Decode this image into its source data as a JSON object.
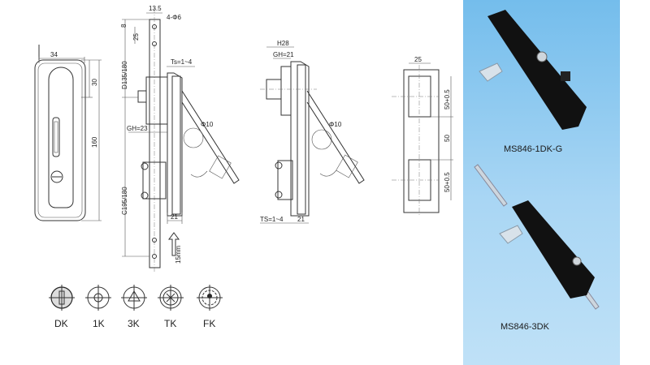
{
  "front_view": {
    "width_dim": "34",
    "top_dim": "30",
    "height_dim": "160"
  },
  "side_view_1": {
    "rod_width": "13.5",
    "holes": "4-Φ6",
    "top_offset": "8",
    "hole_pitch": "25",
    "upper_length": "D135/180",
    "ts": "Ts=1~4",
    "gh": "GH=23",
    "lower_length": "C195/180",
    "handle_dia": "Φ10",
    "depth": "21",
    "stroke": "15mm"
  },
  "side_view_2": {
    "h": "H28",
    "gh": "GH=21",
    "handle_dia": "Φ10",
    "ts": "TS=1~4",
    "depth": "21"
  },
  "cutout_view": {
    "width": "25",
    "upper": "50+0.5",
    "middle": "50",
    "lower": "50+0.5"
  },
  "key_types": [
    {
      "label": "DK",
      "icon": "slot-key-icon"
    },
    {
      "label": "1K",
      "icon": "single-key-icon"
    },
    {
      "label": "3K",
      "icon": "triangle-key-icon"
    },
    {
      "label": "TK",
      "icon": "cross-key-icon"
    },
    {
      "label": "FK",
      "icon": "special-key-icon"
    }
  ],
  "products": [
    {
      "model": "MS846-1DK-G"
    },
    {
      "model": "MS846-3DK"
    }
  ],
  "colors": {
    "panel_top": "#74bdec",
    "panel_bottom": "#bfe1f7",
    "lock_body": "#111111"
  }
}
